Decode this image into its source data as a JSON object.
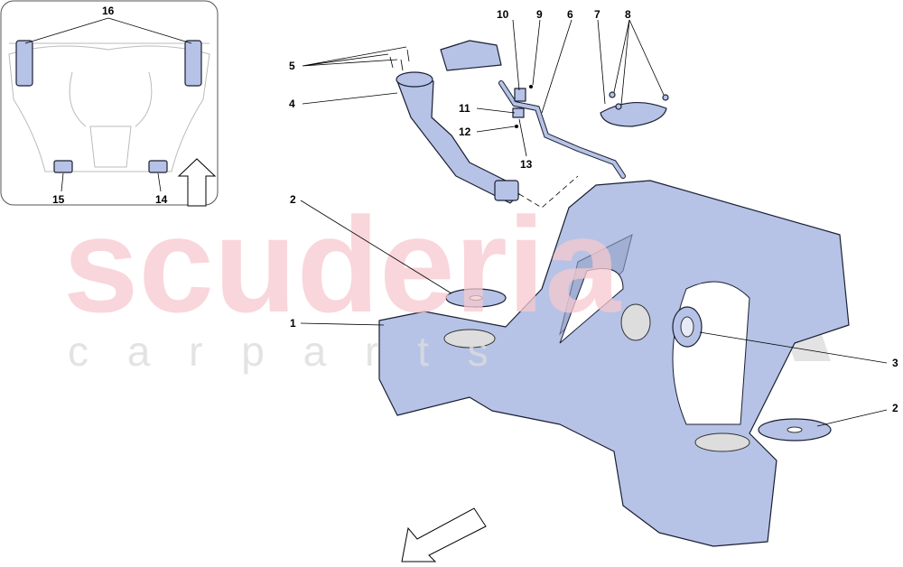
{
  "watermark": {
    "brand": "scuderia",
    "sub": "c a r   p a r t s"
  },
  "colors": {
    "part_fill": "#b6c3e6",
    "outline": "#1a1f33",
    "watermark": "#f7c9cf"
  },
  "inset": {
    "labels": {
      "top": "16",
      "left": "15",
      "right": "14"
    },
    "arrow_icon": "arrow-up-icon"
  },
  "callouts": {
    "c1": "1",
    "c2a": "2",
    "c2b": "2",
    "c3": "3",
    "c4": "4",
    "c5": "5",
    "c6": "6",
    "c7": "7",
    "c8": "8",
    "c9": "9",
    "c10": "10",
    "c11": "11",
    "c12": "12",
    "c13": "13"
  },
  "direction_arrow_icon": "arrow-down-left-icon"
}
